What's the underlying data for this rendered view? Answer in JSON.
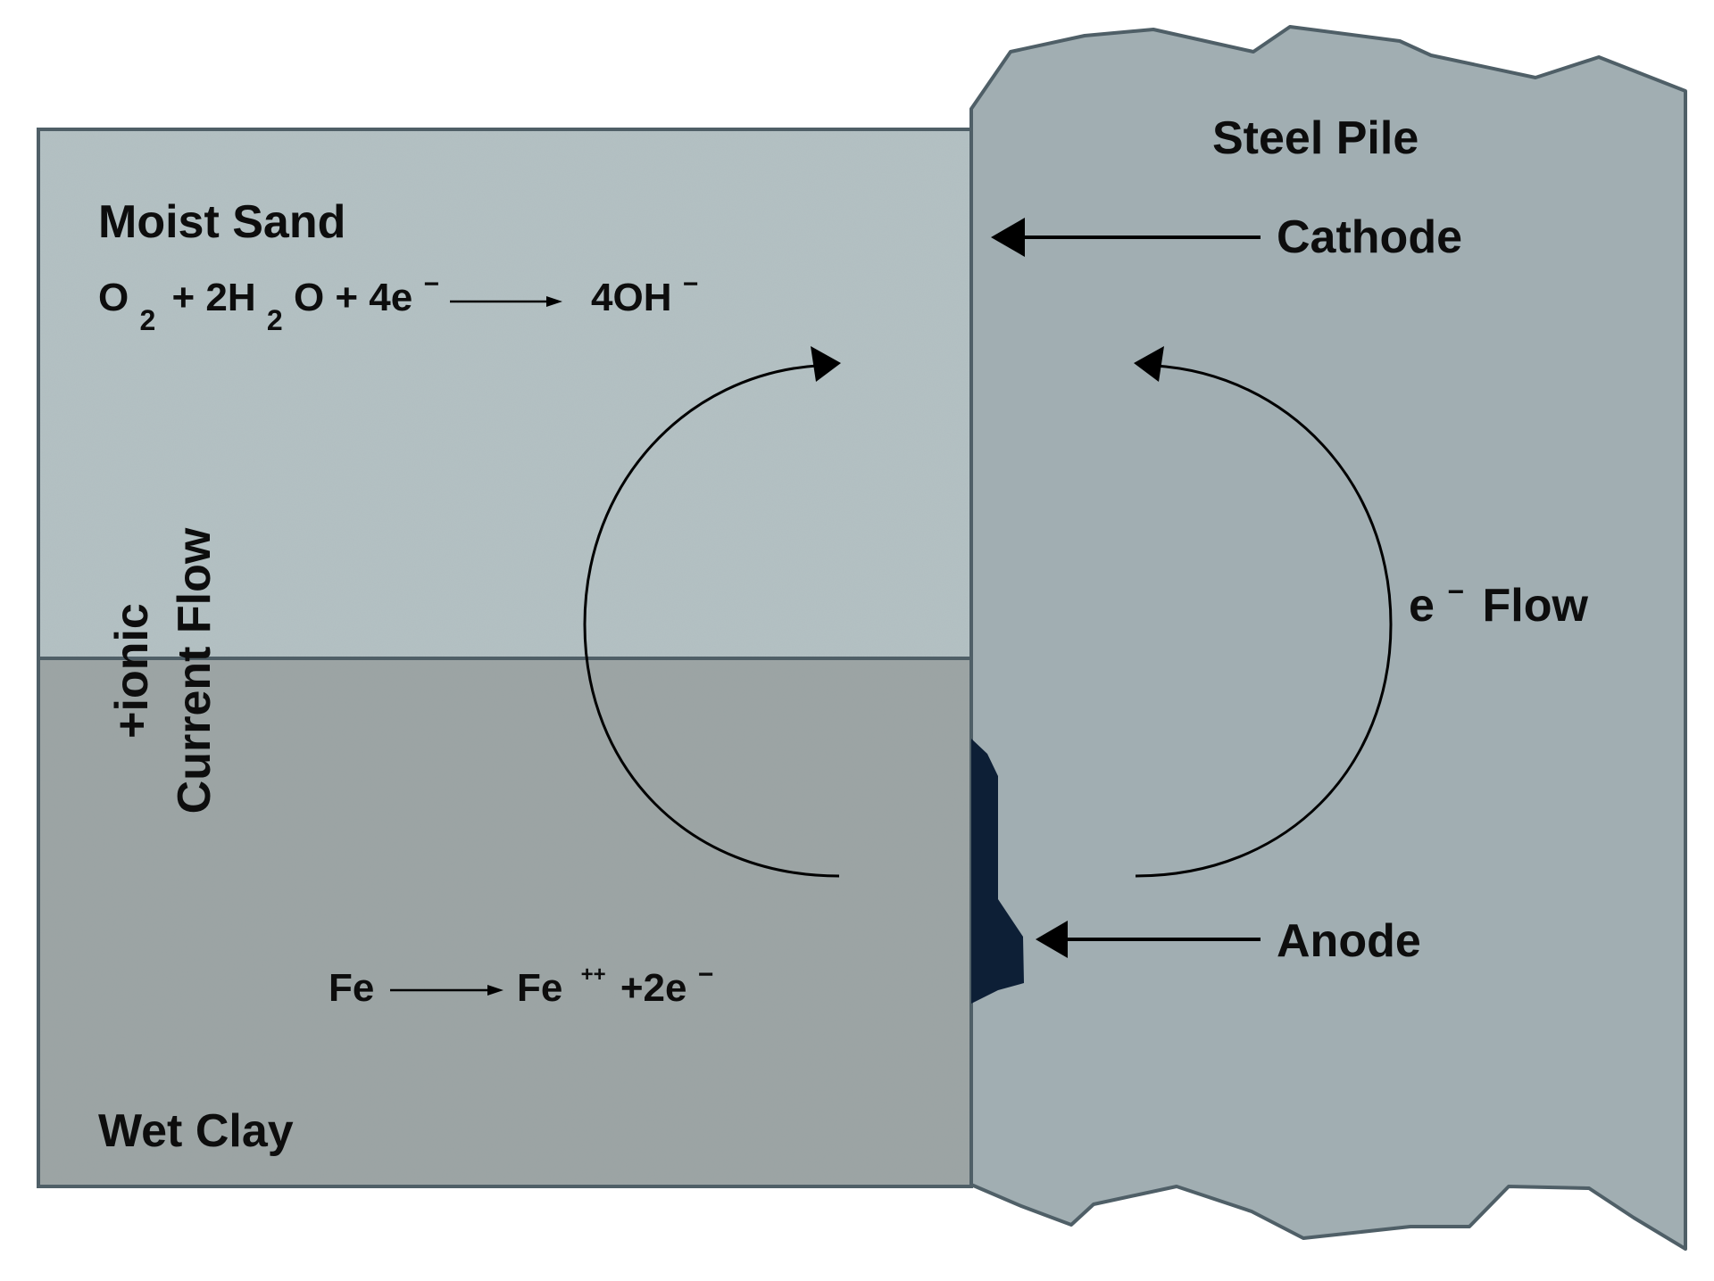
{
  "labels": {
    "steel_pile": "Steel Pile",
    "moist_sand": "Moist Sand",
    "wet_clay": "Wet Clay",
    "cathode": "Cathode",
    "anode": "Anode",
    "electron_flow": "Flow",
    "electron_flow_symbol": "e",
    "electron_flow_sup": "−",
    "ionic_line1": "+ionic",
    "ionic_line2": "Current Flow"
  },
  "cathode_reaction": {
    "o": "O",
    "o_sub": "2",
    "plus_2h": "+ 2H",
    "h_sub": "2",
    "o_plus_4e": "O + 4e",
    "e_sup": "−",
    "product": "4OH",
    "product_sup": "−"
  },
  "anode_reaction": {
    "reactant": "Fe",
    "product": "Fe",
    "product_sup": "++",
    "electrons": "+2e",
    "e_sup": "−"
  },
  "colors": {
    "sand": "#b4c1c3",
    "clay": "#9ca4a4",
    "steel": "#a1aeb2",
    "border": "#4f5f67",
    "corrosion": "#0d1f36",
    "arrow": "#000000"
  }
}
